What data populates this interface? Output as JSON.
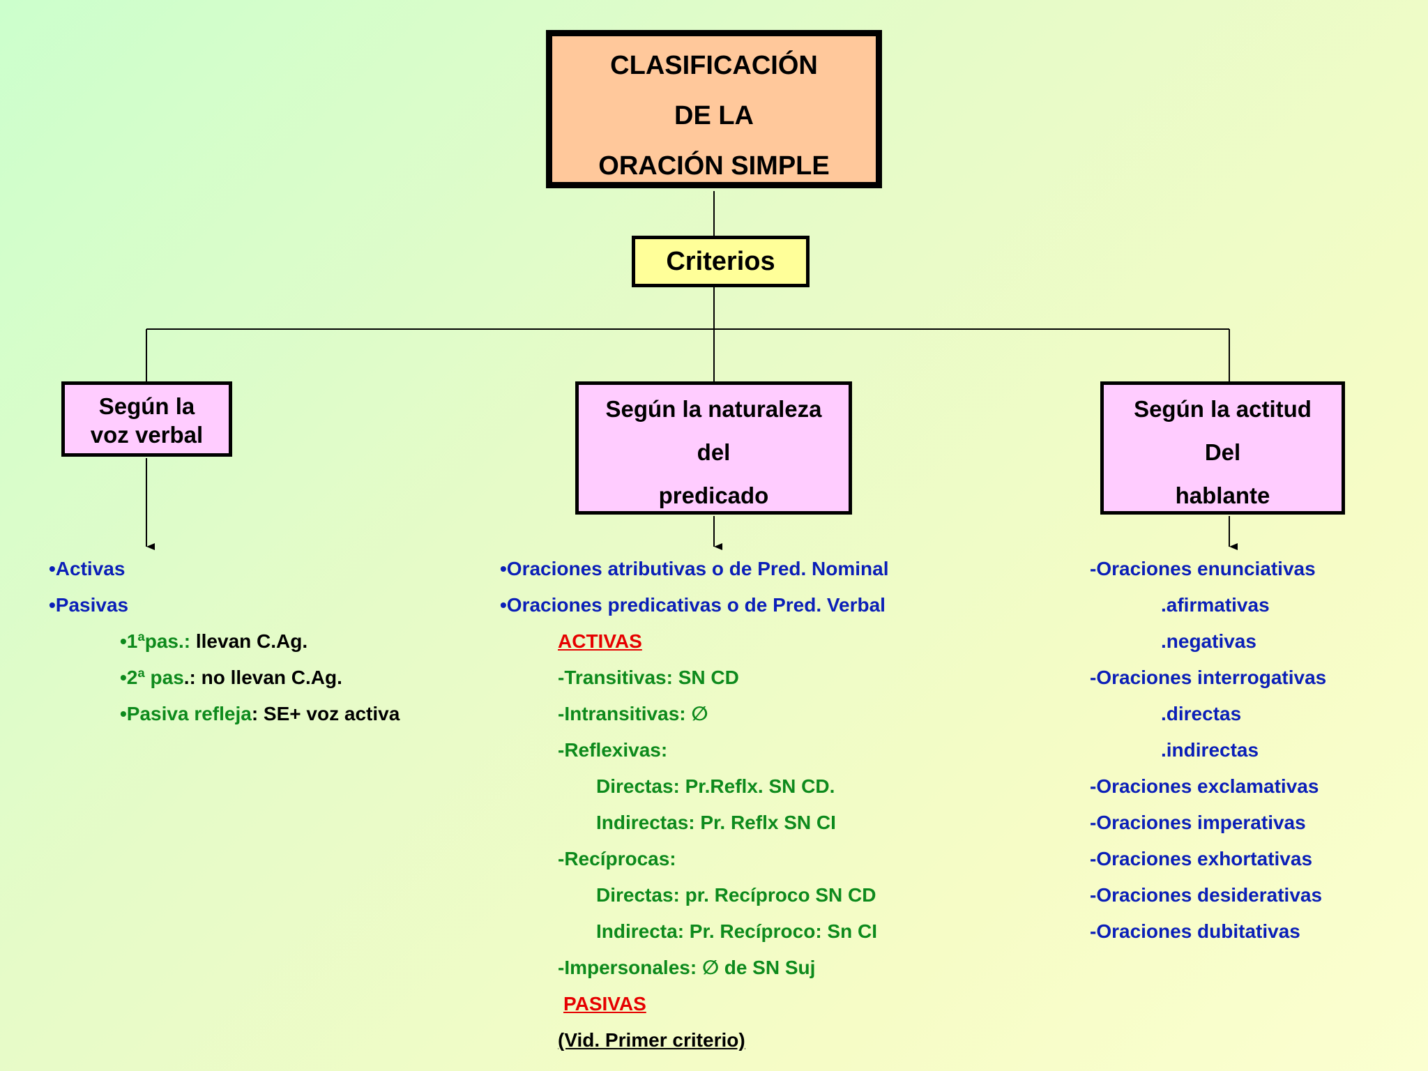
{
  "title": {
    "line1": "CLASIFICACIÓN",
    "line2": "DE LA",
    "line3": "ORACIÓN SIMPLE"
  },
  "criterios": "Criterios",
  "branches": {
    "voz": {
      "line1": "Según la",
      "line2": "voz verbal"
    },
    "naturaleza": {
      "line1": "Según la naturaleza",
      "line2": "del",
      "line3": "predicado"
    },
    "actitud": {
      "line1": "Según la actitud",
      "line2": "Del",
      "line3": "hablante"
    }
  },
  "voz_list": {
    "activas": "•Activas",
    "pasivas": "•Pasivas",
    "p1_label": "•1ªpas.:",
    "p1_text": " llevan C.Ag.",
    "p2_label": "•2ª pas",
    "p2_text": ".: no llevan C.Ag.",
    "p3_label": "•Pasiva refleja",
    "p3_text": ": SE+ voz activa"
  },
  "naturaleza_list": {
    "atributivas": "•Oraciones atributivas o de Pred. Nominal",
    "predicativas": "•Oraciones predicativas o de Pred. Verbal",
    "activas_header": "ACTIVAS",
    "transitivas": "-Transitivas: SN CD",
    "intransitivas": "-Intransitivas:   ∅",
    "reflexivas": "-Reflexivas:",
    "refl_directas": "Directas: Pr.Reflx. SN CD.",
    "refl_indirectas": "Indirectas: Pr. Reflx SN CI",
    "reciprocas": "-Recíprocas:",
    "rec_directas": "Directas: pr. Recíproco SN CD",
    "rec_indirecta": "Indirecta: Pr. Recíproco: Sn CI",
    "impersonales": "-Impersonales: ∅ de SN Suj",
    "pasivas_header": "PASIVAS",
    "vid": "(Vid. Primer criterio)"
  },
  "actitud_list": {
    "enunciativas": "-Oraciones enunciativas",
    "afirmativas": ".afirmativas",
    "negativas": ".negativas",
    "interrogativas": "-Oraciones interrogativas",
    "directas": ".directas",
    "indirectas": ".indirectas",
    "exclamativas": "-Oraciones exclamativas",
    "imperativas": "-Oraciones imperativas",
    "exhortativas": "-Oraciones exhortativas",
    "desiderativas": "-Oraciones desiderativas",
    "dubitativas": "-Oraciones dubitativas"
  }
}
